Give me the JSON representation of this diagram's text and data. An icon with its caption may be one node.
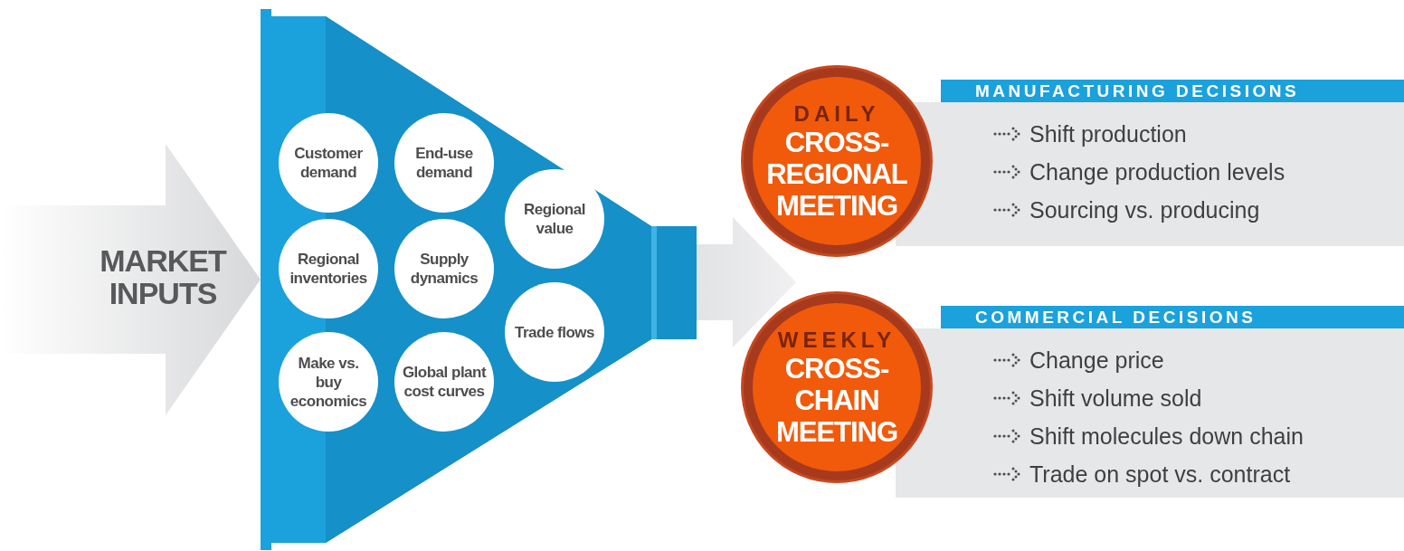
{
  "diagram": {
    "nodes": [
      {
        "text": [],
        "shape": "funnel"
      },
      {
        "text": [
          "Customer demand"
        ],
        "in": 0
      },
      {
        "text": [
          "End-use demand"
        ],
        "in": 0
      },
      {
        "text": [
          "Regional value"
        ],
        "in": 0
      },
      {
        "text": [
          "Regional inventories"
        ],
        "in": 0
      },
      {
        "text": [
          "Supply dynamics"
        ],
        "in": 0
      },
      {
        "text": [
          "Trade flows"
        ],
        "in": 0
      },
      {
        "text": [
          "Make vs. buy economics"
        ],
        "in": 0
      },
      {
        "text": [
          "Global plant cost curves"
        ],
        "in": 0
      },
      {
        "text": [
          "DAILY",
          "CROSS-REGIONAL MEETING"
        ]
      },
      {
        "text": [
          "MANUFACTURING DECISIONS",
          "Shift production",
          "Change production levels",
          "Sourcing vs. producing"
        ]
      },
      {
        "text": [
          "WEEKLY",
          "CROSS-CHAIN MEETING"
        ]
      },
      {
        "text": [
          "COMMERCIAL DECISIONS",
          "Change price",
          "Shift volume sold",
          "Shift molecules down chain",
          "Trade on spot vs. contract"
        ]
      }
    ],
    "edges": [
      {
        "from": null,
        "to": 0,
        "arrow": "to",
        "label": "MARKET INPUTS"
      },
      {
        "from": 0,
        "to": 9,
        "arrow": "to"
      },
      {
        "from": 0,
        "to": 11,
        "arrow": "to"
      }
    ]
  }
}
